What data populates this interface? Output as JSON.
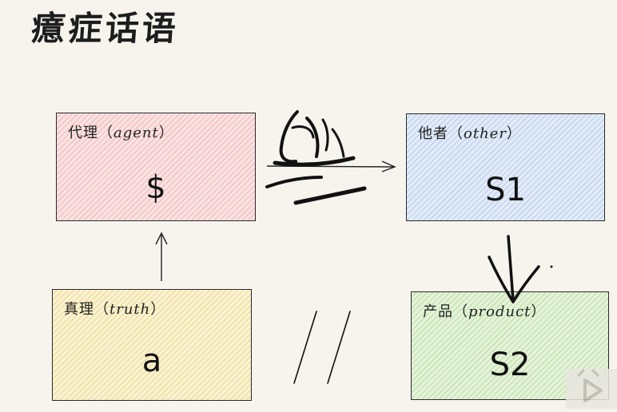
{
  "title": "癔症话语",
  "boxes": {
    "agent": {
      "zh": "代理",
      "en": "agent",
      "symbol": "$"
    },
    "other": {
      "zh": "他者",
      "en": "other",
      "symbol": "S1"
    },
    "truth": {
      "zh": "真理",
      "en": "truth",
      "symbol": "a"
    },
    "product": {
      "zh": "产品",
      "en": "product",
      "symbol": "S2"
    }
  },
  "colors": {
    "agent": "#f3c8c8",
    "other": "#c8d8ef",
    "truth": "#f1e2a9",
    "product": "#cbe6b8",
    "ink": "#111111"
  },
  "icons": [
    "play-icon"
  ]
}
